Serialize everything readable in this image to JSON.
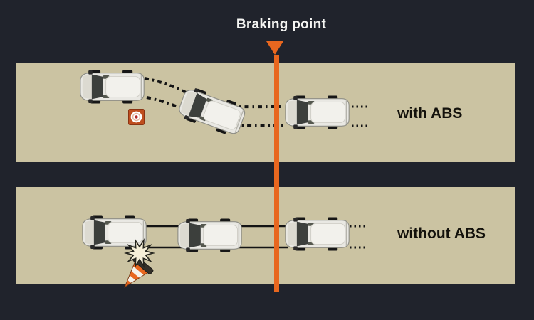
{
  "title": "Braking point",
  "scenarios": [
    {
      "id": "with-abs",
      "label": "with ABS",
      "outcome": "car swerves around obstacle and stops safely"
    },
    {
      "id": "without-abs",
      "label": "without ABS",
      "outcome": "car skids straight and hits traffic cone"
    }
  ],
  "icons": {
    "marker": "braking-point-triangle-icon",
    "obstacle_top": "target-marker-icon",
    "obstacle_bottom": "traffic-cone-icon",
    "impact": "collision-burst-icon",
    "vehicle": "car-top-view"
  },
  "colors": {
    "background": "#20232c",
    "road": "#cbc3a2",
    "accent_orange": "#e8671f",
    "track_black": "#141414",
    "label_text": "#14120c",
    "title_text": "#f4f4f2"
  }
}
